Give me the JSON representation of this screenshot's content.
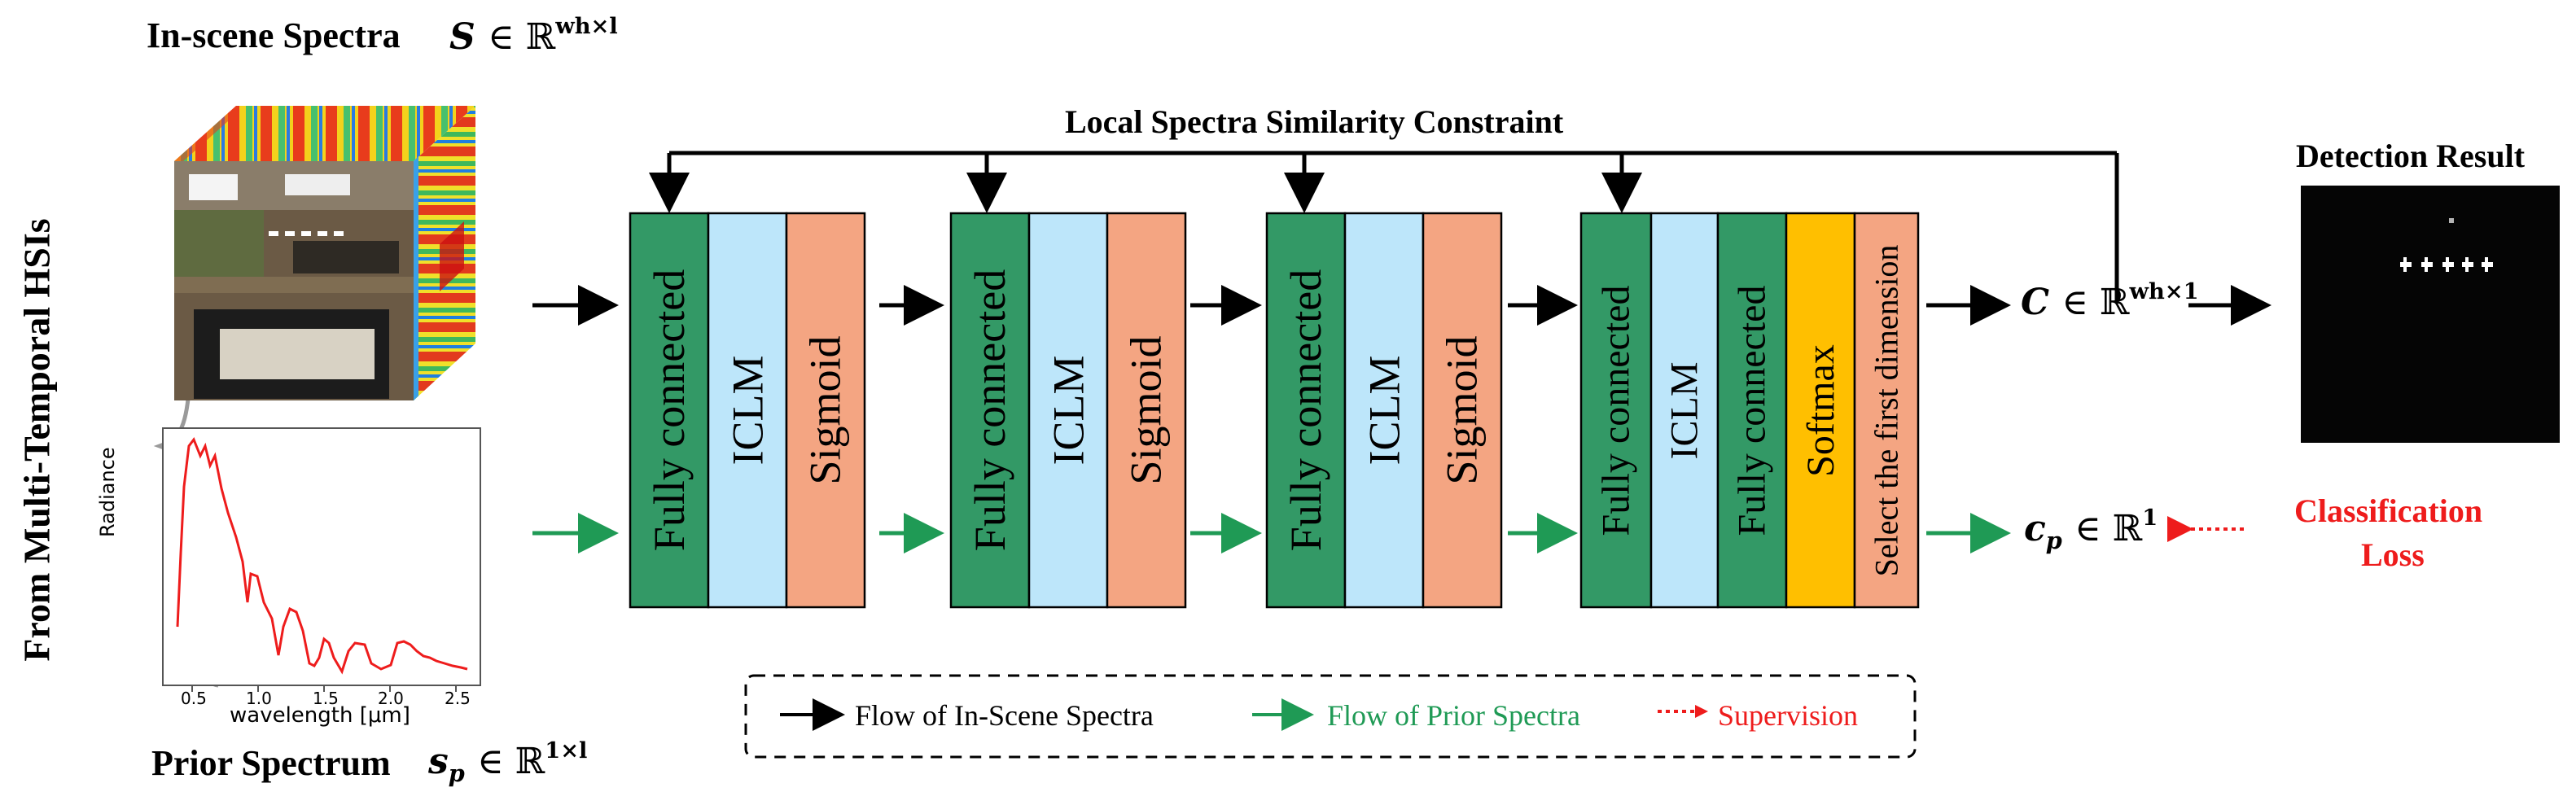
{
  "colors": {
    "green": "#339966",
    "blue": "#bde6fa",
    "salmon": "#f4a582",
    "gold": "#ffbf00",
    "flow_black": "#000000",
    "flow_green": "#1f9a55",
    "flow_red": "#ee1c1c"
  },
  "left_label": "From Multi-Temporal HSIs",
  "in_scene": {
    "title": "In-scene Spectra",
    "symbol": "S",
    "set": "∈ ℝ",
    "exponent": "wh×l"
  },
  "prior": {
    "title": "Prior Spectrum",
    "symbol": "s",
    "subscript": "p",
    "set": "∈ ℝ",
    "exponent": "1×l"
  },
  "spectrum_plot": {
    "ylabel": "Radiance",
    "xlabel": "wavelength [μm]",
    "ticks": [
      "0.5",
      "1.0",
      "1.5",
      "2.0",
      "2.5"
    ]
  },
  "constraint_label": "Local Spectra Similarity Constraint",
  "blocks": [
    {
      "layers": [
        "Fully connected",
        "ICLM",
        "Sigmoid"
      ]
    },
    {
      "layers": [
        "Fully connected",
        "ICLM",
        "Sigmoid"
      ]
    },
    {
      "layers": [
        "Fully connected",
        "ICLM",
        "Sigmoid"
      ]
    },
    {
      "layers": [
        "Fully connected",
        "ICLM",
        "Fully connected",
        "Softmax",
        "Select the first dimension"
      ]
    }
  ],
  "output_c": {
    "symbol": "C",
    "set": "∈ ℝ",
    "exponent": "wh×1"
  },
  "output_cp": {
    "symbol": "c",
    "subscript": "p",
    "set": "∈ ℝ",
    "exponent": "1"
  },
  "detection_title": "Detection Result",
  "loss_label": [
    "Classification",
    "Loss"
  ],
  "legend": {
    "black": "Flow of In-Scene Spectra",
    "green": "Flow of Prior Spectra",
    "red": "Supervision"
  }
}
